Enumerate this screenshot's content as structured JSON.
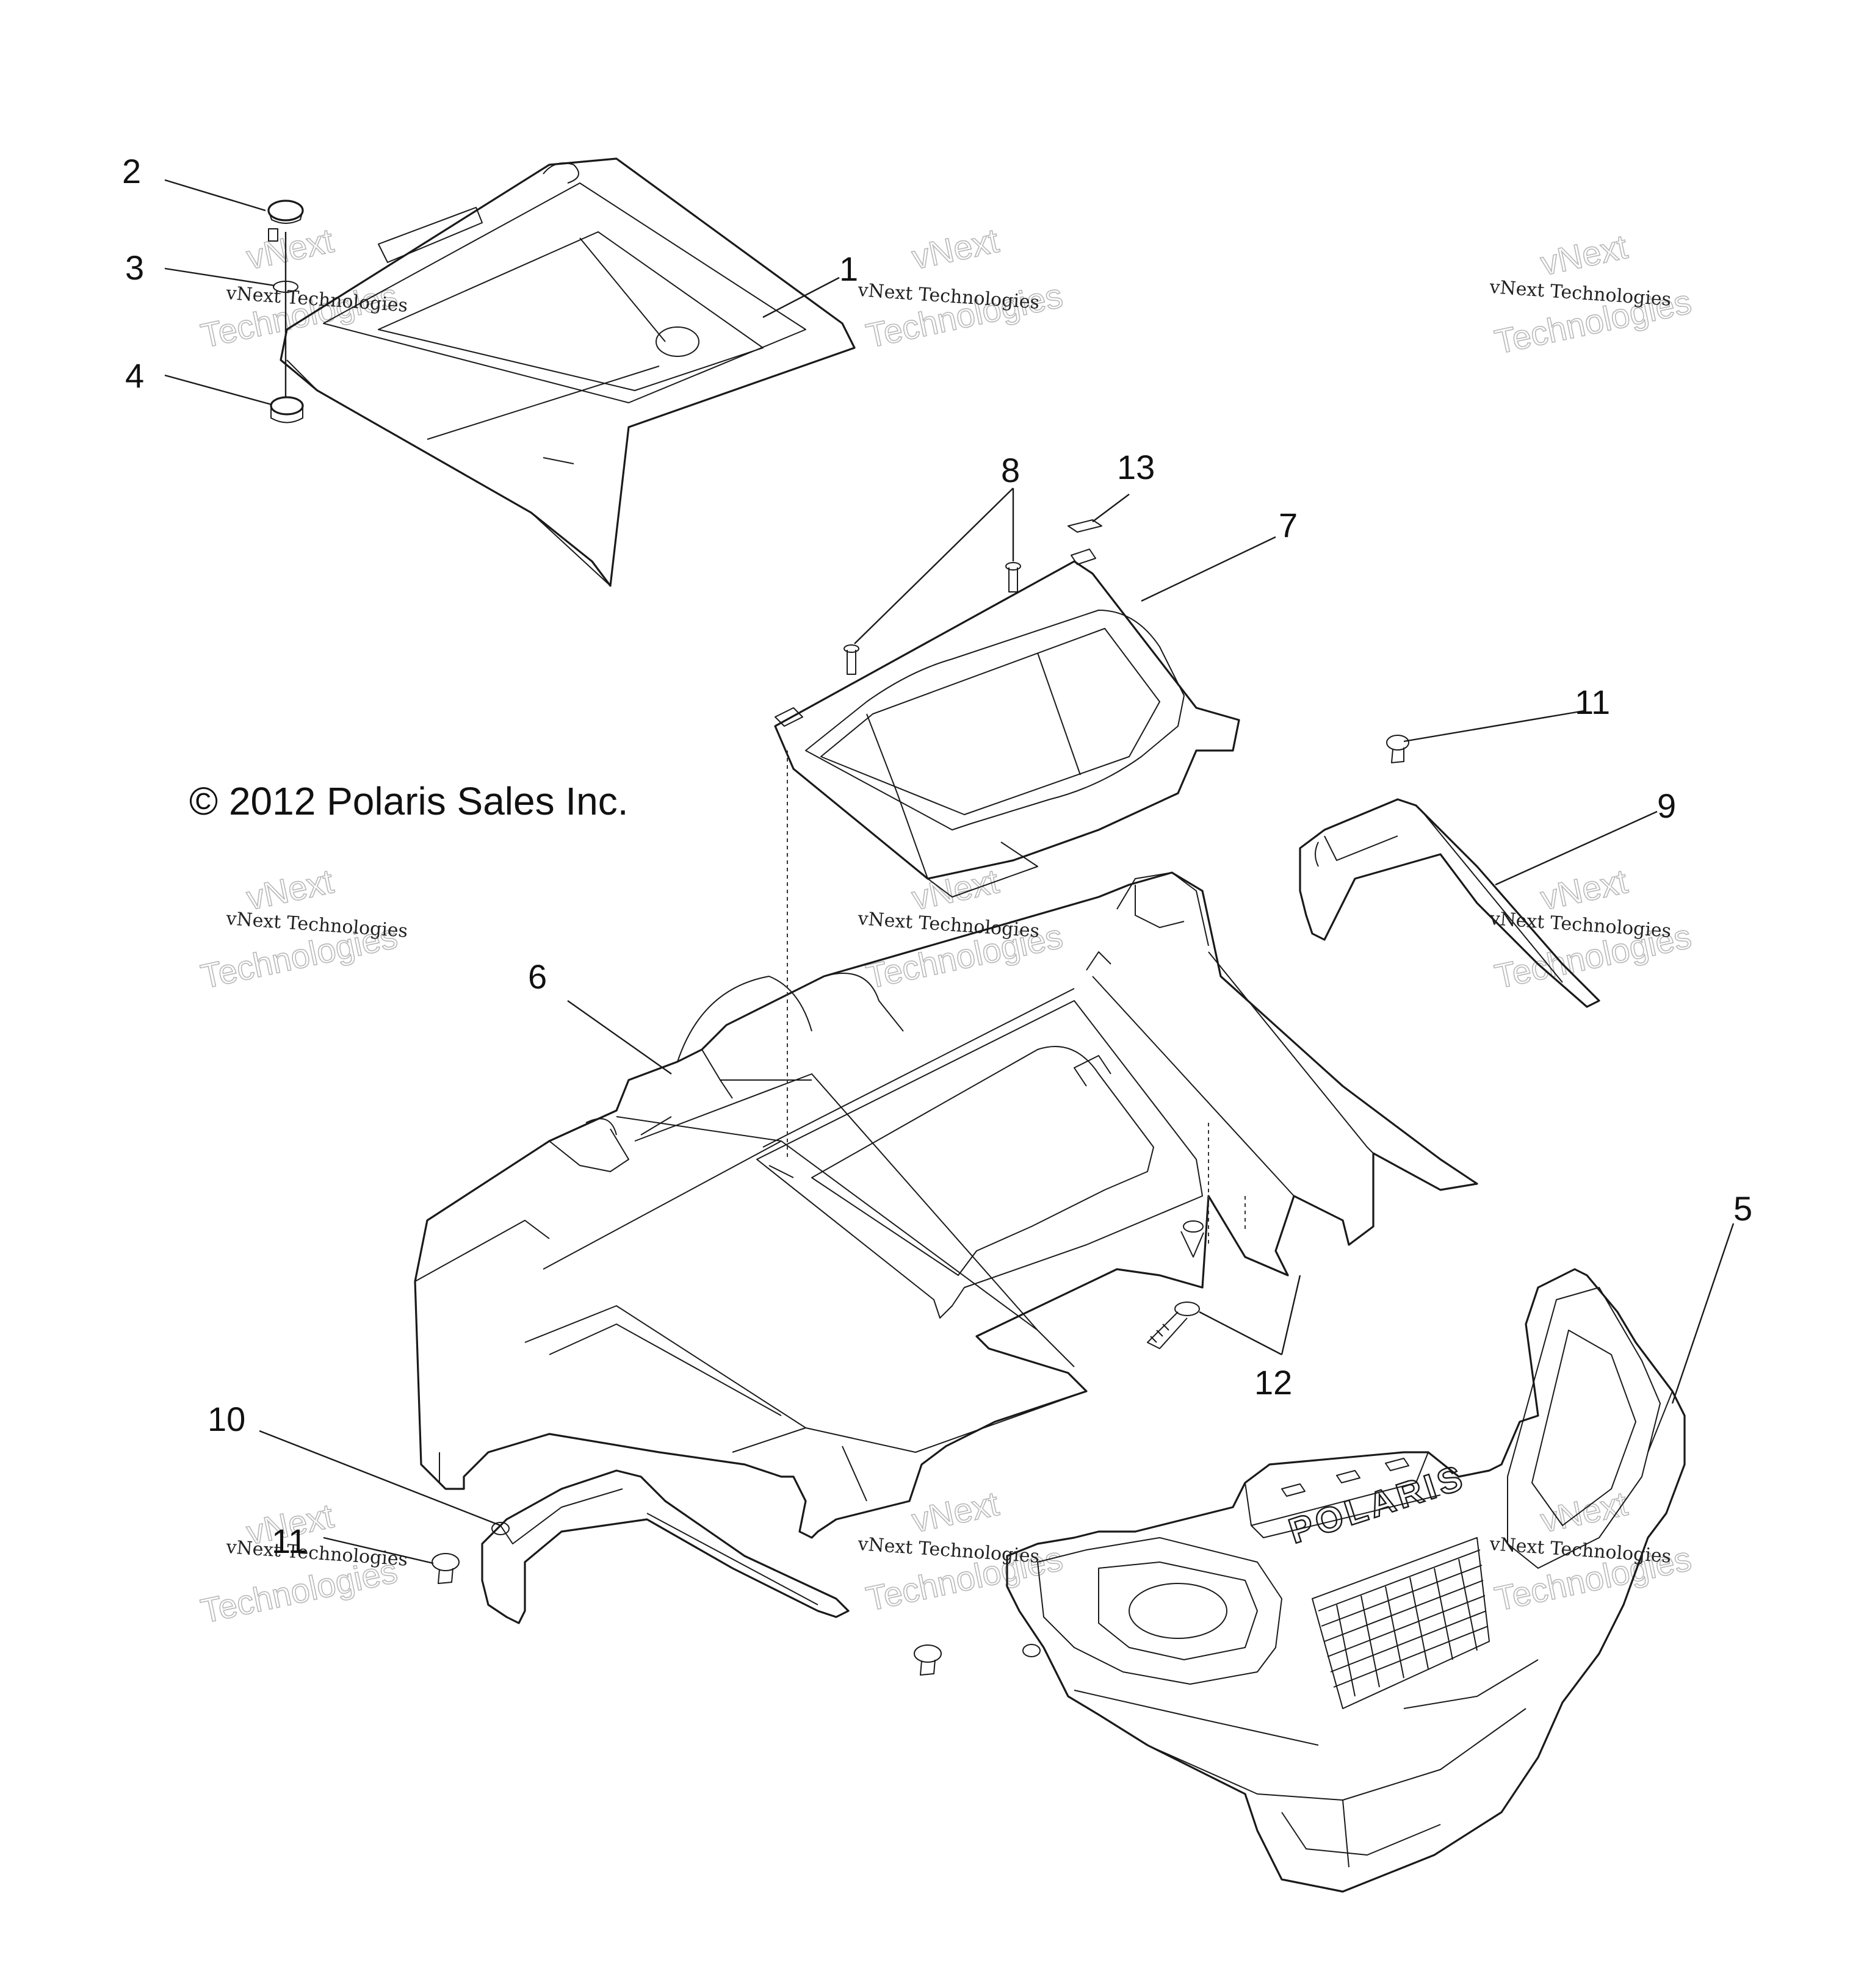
{
  "copyright": "© 2012 Polaris Sales Inc.",
  "watermark": {
    "line1": "vNext Technologies",
    "line2_big": "Technologies",
    "line2_top": "vNext"
  },
  "brand_logo": "POLARIS",
  "callouts": [
    {
      "id": "1",
      "label": "1"
    },
    {
      "id": "2",
      "label": "2"
    },
    {
      "id": "3",
      "label": "3"
    },
    {
      "id": "4",
      "label": "4"
    },
    {
      "id": "5",
      "label": "5"
    },
    {
      "id": "6",
      "label": "6"
    },
    {
      "id": "7",
      "label": "7"
    },
    {
      "id": "8",
      "label": "8"
    },
    {
      "id": "9",
      "label": "9"
    },
    {
      "id": "10",
      "label": "10"
    },
    {
      "id": "11a",
      "label": "11"
    },
    {
      "id": "11b",
      "label": "11"
    },
    {
      "id": "12",
      "label": "12"
    },
    {
      "id": "13",
      "label": "13"
    }
  ]
}
